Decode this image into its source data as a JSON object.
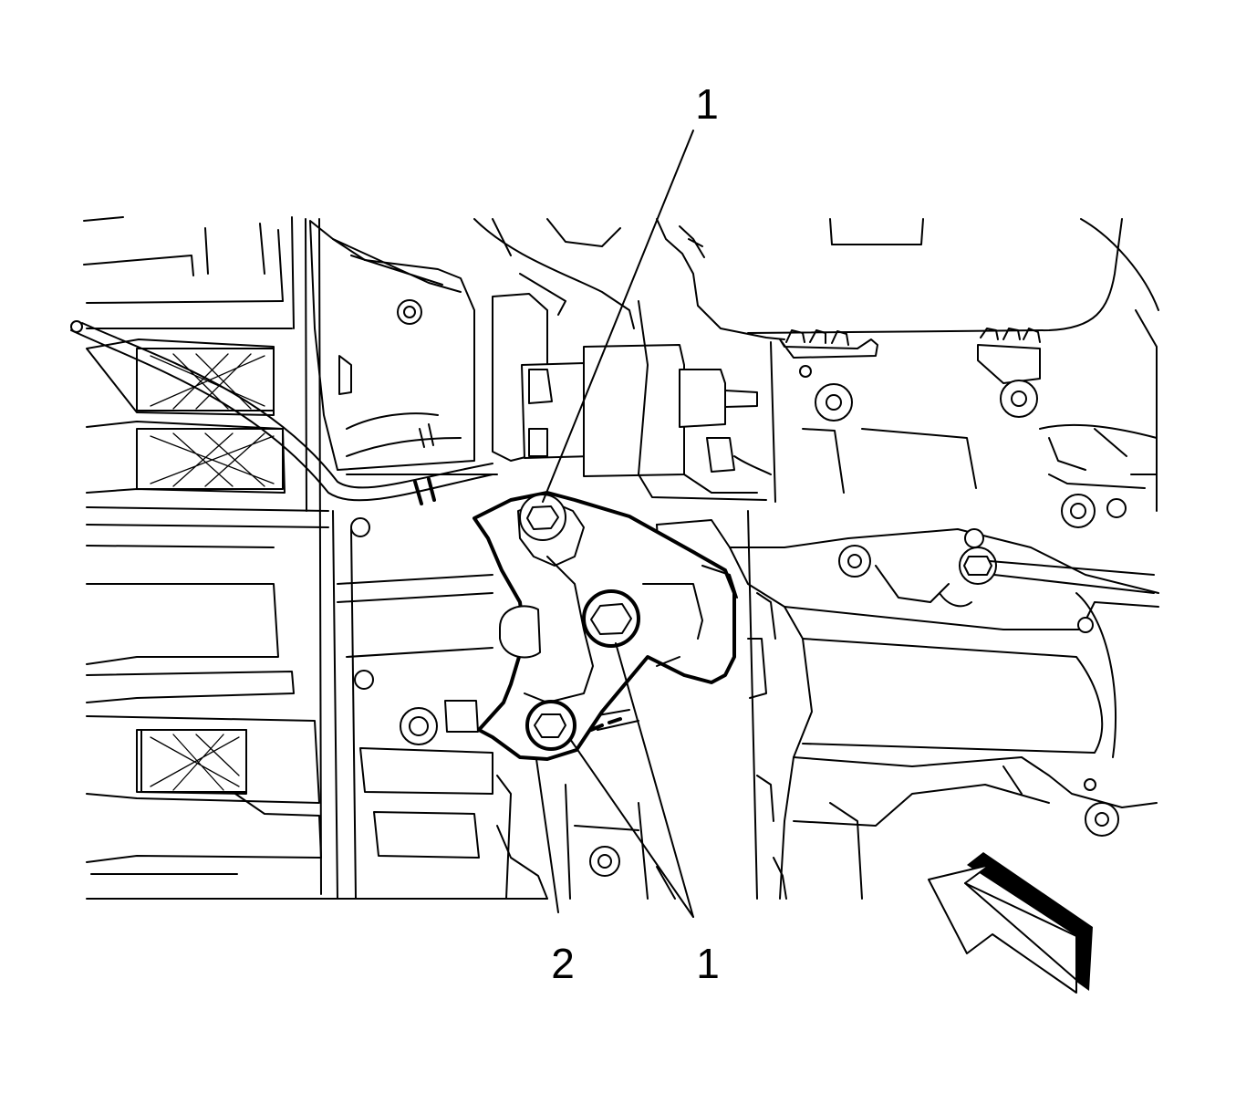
{
  "callouts": {
    "top_1": "1",
    "bottom_2": "2",
    "bottom_1": "1"
  },
  "icons": {
    "view_arrow": "view-direction-arrow-icon"
  },
  "colors": {
    "line": "#000000",
    "background": "#ffffff"
  }
}
